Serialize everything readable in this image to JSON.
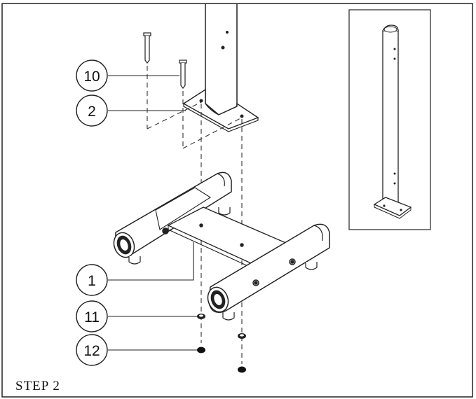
{
  "step": {
    "label": "STEP 2"
  },
  "callouts": [
    {
      "id": "part-10",
      "number": "10"
    },
    {
      "id": "part-2",
      "number": "2"
    },
    {
      "id": "part-1",
      "number": "1"
    },
    {
      "id": "part-11",
      "number": "11"
    },
    {
      "id": "part-12",
      "number": "12"
    }
  ],
  "colors": {
    "line": "#111111",
    "background": "#ffffff"
  }
}
